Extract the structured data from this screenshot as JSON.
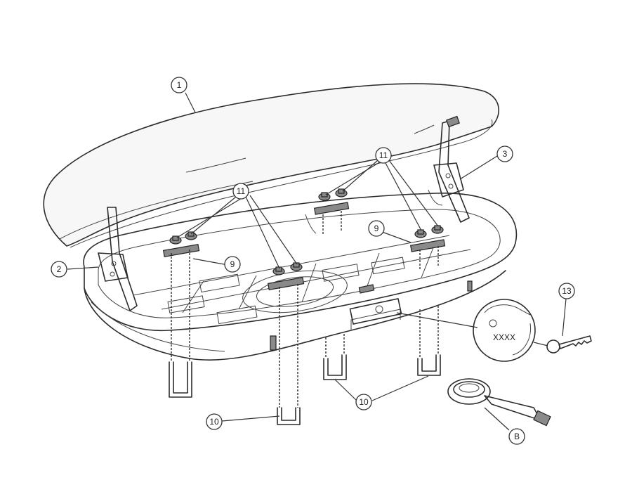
{
  "callouts": {
    "c1": "1",
    "c2": "2",
    "c3": "3",
    "c9a": "9",
    "c9b": "9",
    "c10a": "10",
    "c10b": "10",
    "c11a": "11",
    "c11b": "11",
    "c13": "13",
    "cB": "B"
  },
  "lock_detail": {
    "code": "XXXX"
  }
}
